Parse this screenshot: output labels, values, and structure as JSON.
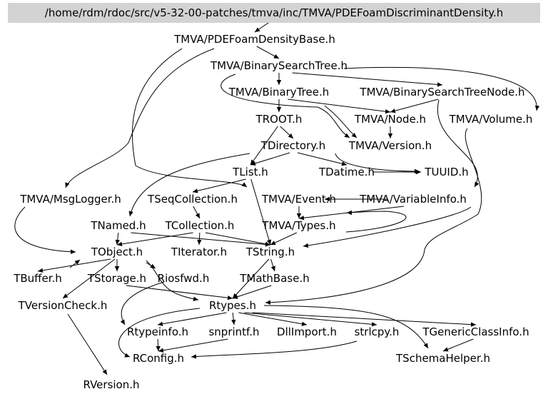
{
  "root_node": {
    "label": "/home/rdm/rdoc/src/v5-32-00-patches/tmva/inc/TMVA/PDEFoamDiscriminantDensity.h",
    "fill": "#d3d3d3"
  },
  "nodes": {
    "pdefoamdensitybase": "TMVA/PDEFoamDensityBase.h",
    "binarysearchtree": "TMVA/BinarySearchTree.h",
    "binarytree": "TMVA/BinaryTree.h",
    "binarysearchtreenode": "TMVA/BinarySearchTreeNode.h",
    "troot": "TROOT.h",
    "tmvanode": "TMVA/Node.h",
    "tmvavolume": "TMVA/Volume.h",
    "tdirectory": "TDirectory.h",
    "tmvaversion": "TMVA/Version.h",
    "tlist": "TList.h",
    "tdatime": "TDatime.h",
    "tuuid": "TUUID.h",
    "msglogger": "TMVA/MsgLogger.h",
    "tseqcollection": "TSeqCollection.h",
    "tmvaevent": "TMVA/Event.h",
    "variableinfo": "TMVA/VariableInfo.h",
    "tnamed": "TNamed.h",
    "tcollection": "TCollection.h",
    "tmvatypes": "TMVA/Types.h",
    "tobject": "TObject.h",
    "titerator": "TIterator.h",
    "tstring": "TString.h",
    "tbuffer": "TBuffer.h",
    "tstorage": "TStorage.h",
    "riosfwd": "Riosfwd.h",
    "tmathbase": "TMathBase.h",
    "tversioncheck": "TVersionCheck.h",
    "rtypes": "Rtypes.h",
    "rtypeinfo": "Rtypeinfo.h",
    "snprintf": "snprintf.h",
    "dllimport": "DllImport.h",
    "strlcpy": "strlcpy.h",
    "tgenericclassinfo": "TGenericClassInfo.h",
    "rconfig": "RConfig.h",
    "tschemahelper": "TSchemaHelper.h",
    "rversion": "RVersion.h"
  },
  "edges": [
    [
      "root",
      "pdefoamdensitybase"
    ],
    [
      "pdefoamdensitybase",
      "binarysearchtree"
    ],
    [
      "pdefoamdensitybase",
      "msglogger"
    ],
    [
      "binarysearchtree",
      "binarytree"
    ],
    [
      "binarysearchtree",
      "binarysearchtreenode"
    ],
    [
      "binarysearchtree",
      "tmvavolume"
    ],
    [
      "binarysearchtree",
      "tmvaversion"
    ],
    [
      "binarytree",
      "troot"
    ],
    [
      "binarytree",
      "tmvanode"
    ],
    [
      "binarytree",
      "tmvaversion"
    ],
    [
      "binarysearchtreenode",
      "tmvanode"
    ],
    [
      "tmvanode",
      "tmvaversion"
    ],
    [
      "troot",
      "tdirectory"
    ],
    [
      "troot",
      "tlist"
    ],
    [
      "tdirectory",
      "tlist"
    ],
    [
      "tdirectory",
      "tdatime"
    ],
    [
      "tdirectory",
      "tuuid"
    ],
    [
      "tdirectory",
      "tnamed"
    ],
    [
      "tlist",
      "tseqcollection"
    ],
    [
      "tlist",
      "tstring"
    ],
    [
      "tdatime",
      "tuuid"
    ],
    [
      "tseqcollection",
      "tcollection"
    ],
    [
      "tcollection",
      "tobject"
    ],
    [
      "tcollection",
      "titerator"
    ],
    [
      "tcollection",
      "tstring"
    ],
    [
      "tmvaevent",
      "tmvatypes"
    ],
    [
      "variableinfo",
      "tmvatypes"
    ],
    [
      "variableinfo",
      "tmvaevent"
    ],
    [
      "variableinfo",
      "tstring"
    ],
    [
      "msglogger",
      "tobject"
    ],
    [
      "tnamed",
      "tobject"
    ],
    [
      "tnamed",
      "tstring"
    ],
    [
      "tmvatypes",
      "tstring"
    ],
    [
      "tmvatypes",
      "tmvaevent"
    ],
    [
      "tobject",
      "tbuffer"
    ],
    [
      "tobject",
      "tstorage"
    ],
    [
      "tobject",
      "riosfwd"
    ],
    [
      "tobject",
      "tversioncheck"
    ],
    [
      "tobject",
      "rtypes"
    ],
    [
      "tstring",
      "tmathbase"
    ],
    [
      "tstring",
      "rtypes"
    ],
    [
      "tmathbase",
      "rtypes"
    ],
    [
      "tbuffer",
      "tobject"
    ],
    [
      "tstorage",
      "rtypes"
    ],
    [
      "riosfwd",
      "rtypes"
    ],
    [
      "tversioncheck",
      "rversion"
    ],
    [
      "rtypes",
      "rconfig"
    ],
    [
      "rtypes",
      "rtypeinfo"
    ],
    [
      "rtypes",
      "snprintf"
    ],
    [
      "rtypes",
      "dllimport"
    ],
    [
      "rtypes",
      "strlcpy"
    ],
    [
      "rtypes",
      "tgenericclassinfo"
    ],
    [
      "rtypes",
      "tschemahelper"
    ],
    [
      "rtypeinfo",
      "rconfig"
    ],
    [
      "snprintf",
      "rconfig"
    ],
    [
      "strlcpy",
      "rconfig"
    ],
    [
      "tgenericclassinfo",
      "tschemahelper"
    ]
  ]
}
